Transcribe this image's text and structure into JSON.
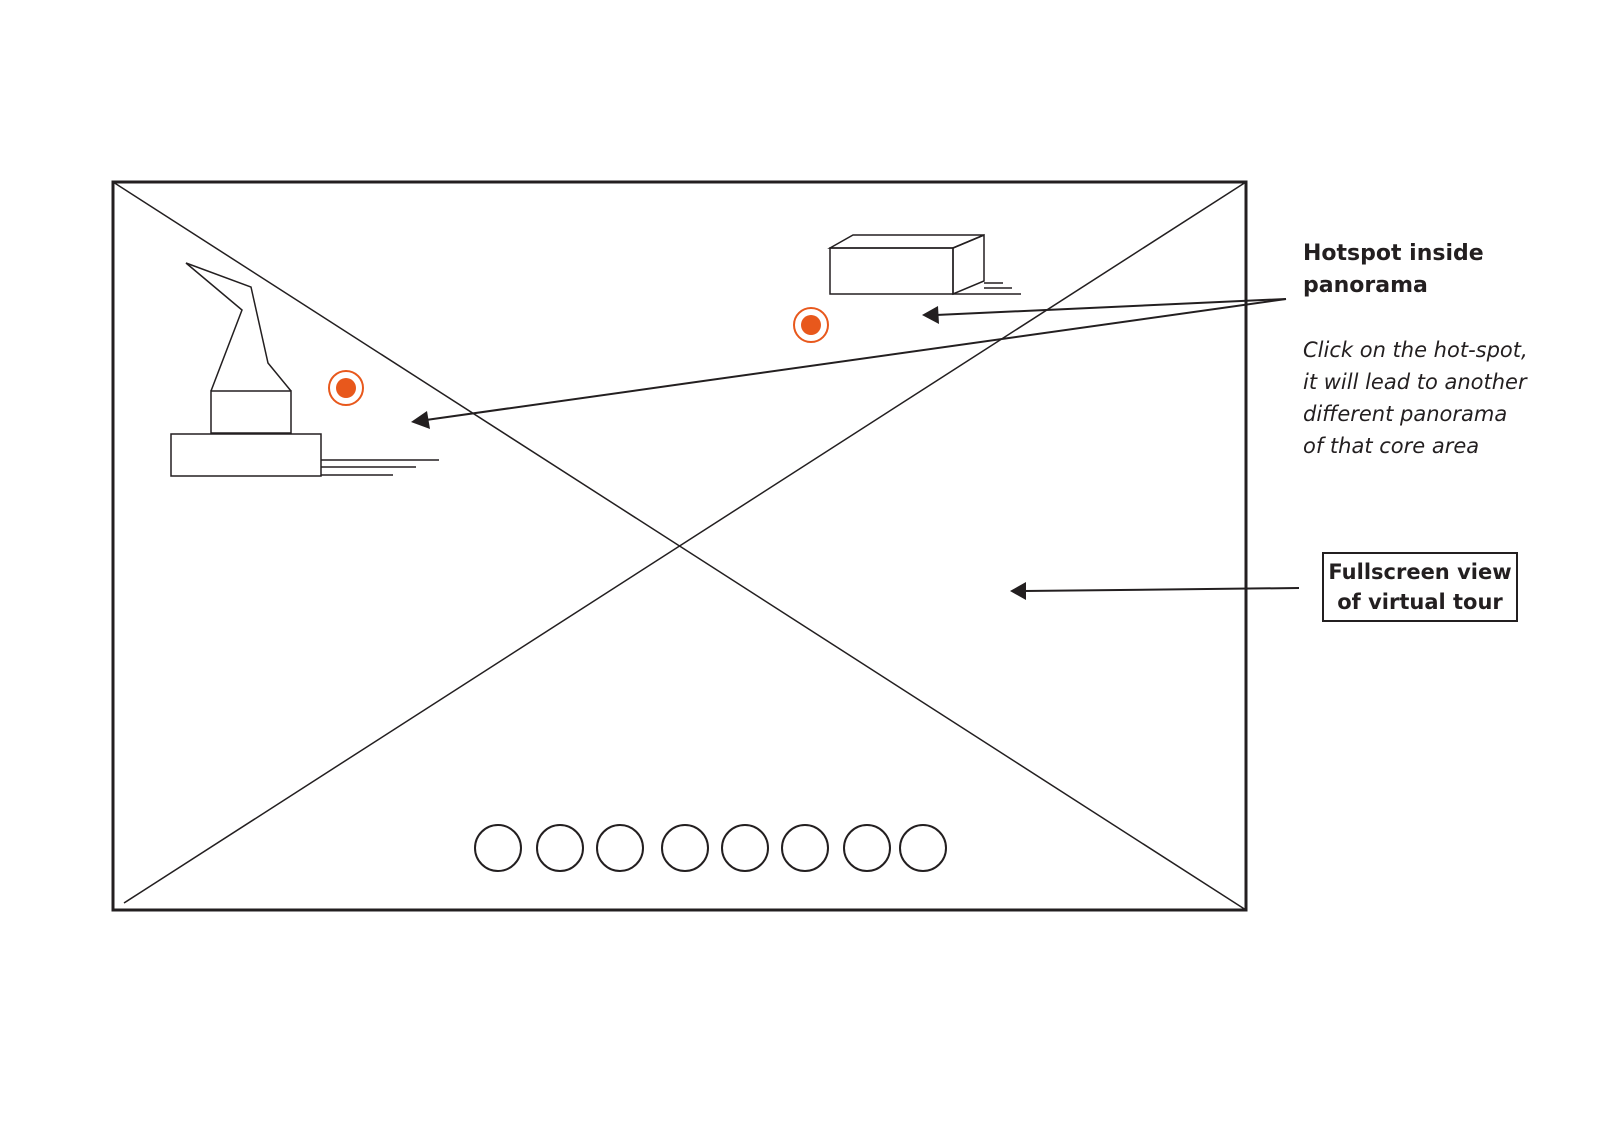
{
  "annotations": {
    "hotspot_title": "Hotspot inside panorama",
    "hotspot_description": "Click on the hot-spot, it will lead to another different panorama of that core area",
    "fullscreen_label": "Fullscreen view of virtual tour"
  },
  "colors": {
    "hotspot": "#e8581c",
    "stroke": "#231f20",
    "background": "#ffffff"
  },
  "hotspots": [
    {
      "name": "hotspot-crane"
    },
    {
      "name": "hotspot-box"
    }
  ],
  "thumbnails": {
    "count": 8
  }
}
